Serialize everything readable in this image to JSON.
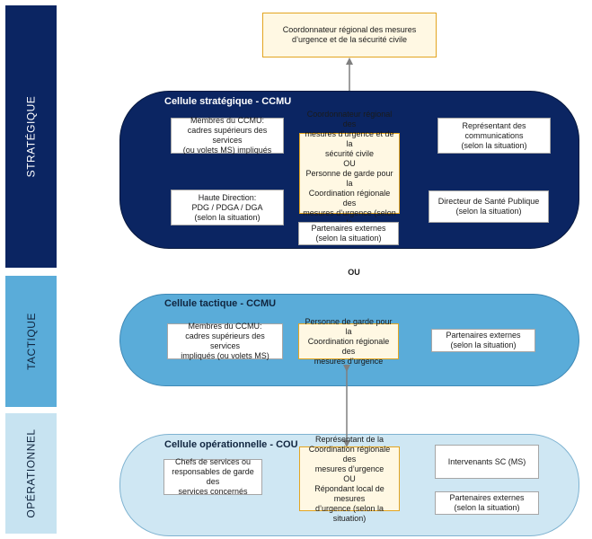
{
  "levels": {
    "strategique": "STRATÉGIQUE",
    "tactique": "TACTIQUE",
    "operationnel": "OPÉRATIONNEL"
  },
  "top_box": "Coordonnateur régional des mesures d’urgence et de la sécurité civile",
  "strategic": {
    "title": "Cellule stratégique - CCMU",
    "members": "Membres du CCMU:\ncadres supérieurs des services\n(ou volets MS) impliqués",
    "center": "Coordonnateur régional des\nmesures d’urgence et de la\nsécurité civile\nOU\nPersonne de garde pour la\nCoordination régionale des\nmesures d’urgence (selon la\nsituation)",
    "communications": "Représentant des\ncommunications\n(selon la situation)",
    "direction": "Haute Direction:\nPDG / PDGA / DGA\n(selon la situation)",
    "sante_publique": "Directeur de Santé Publique\n(selon la situation)",
    "partenaires": "Partenaires externes\n(selon la situation)"
  },
  "ou_label": "OU",
  "tactical": {
    "title": "Cellule tactique - CCMU",
    "members": "Membres du CCMU:\ncadres supérieurs des services\nimpliqués (ou volets MS)",
    "center": "Personne de garde pour la\nCoordination régionale des\nmesures d’urgence",
    "partenaires": "Partenaires externes\n(selon la situation)"
  },
  "operational": {
    "title": "Cellule opérationnelle - COU",
    "chefs": "Chefs de services ou\nresponsables de garde des\nservices concernés",
    "center": "Représentant de la\nCoordination régionale des\nmesures d’urgence\nOU\nRépondant local de mesures\nd’urgence (selon la situation)",
    "intervenants": "Intervenants SC (MS)",
    "partenaires": "Partenaires externes\n(selon la situation)"
  },
  "colors": {
    "strategic_dark": "#0b2562",
    "tactical_mid": "#5aacd9",
    "operational_light": "#cfe7f3",
    "coordinator_border": "#e3a521"
  }
}
